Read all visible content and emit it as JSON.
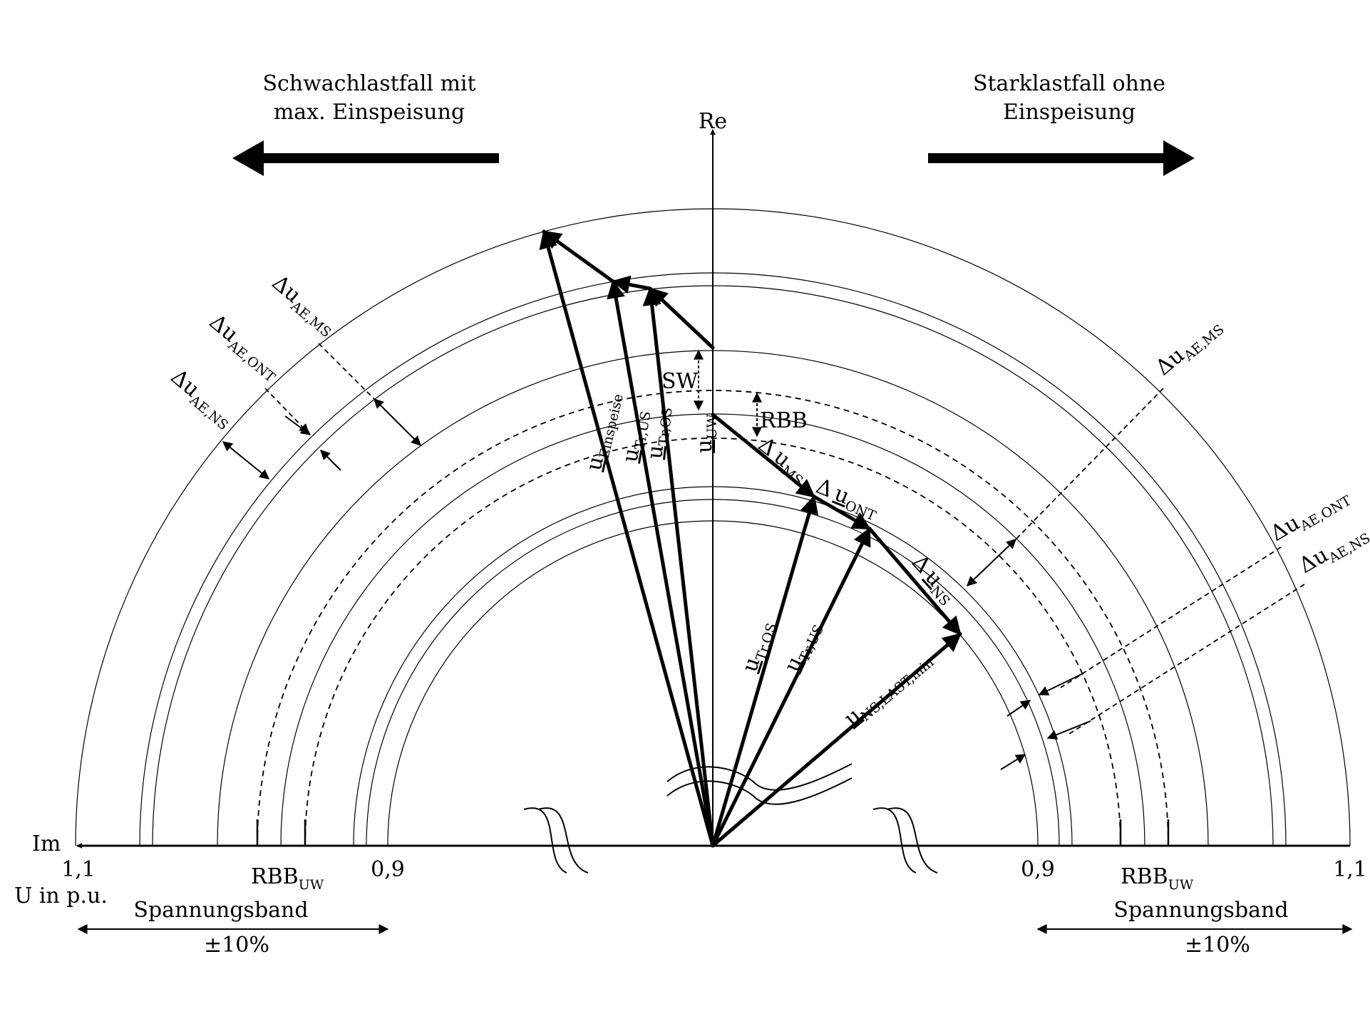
{
  "header": {
    "left_title_line1": "Schwachlastfall mit",
    "left_title_line2": "max. Einspeisung",
    "right_title_line1": "Starklastfall ohne",
    "right_title_line2": "Einspeisung"
  },
  "axes": {
    "re_label": "Re",
    "im_label": "Im",
    "unit_label": "U in p.u."
  },
  "ticks": {
    "left_outer": "1,1",
    "left_inner": "0,9",
    "right_inner": "0,9",
    "right_outer": "1,1"
  },
  "bands": {
    "rbb_main": "RBB",
    "rbb_sub": "UW",
    "spannungsband": "Spannungsband",
    "pct": "±10%"
  },
  "labels": {
    "sw": "SW",
    "rbb": "RBB",
    "delta": "Δ",
    "du_main": "u",
    "ae_ms": "AE,MS",
    "ae_ont": "AE,ONT",
    "ae_ns": "AE,NS",
    "ms": "MS",
    "ont": "ONT",
    "ns": "NS",
    "u_uw": "u",
    "u_uw_sub": "UW",
    "u_einspeise_sub": "Einspeise",
    "u_tr_us_sub": "Tr,US",
    "u_tr_os_sub": "Tr,OS",
    "u_ns_last_sub": "NS,LAST,min"
  }
}
